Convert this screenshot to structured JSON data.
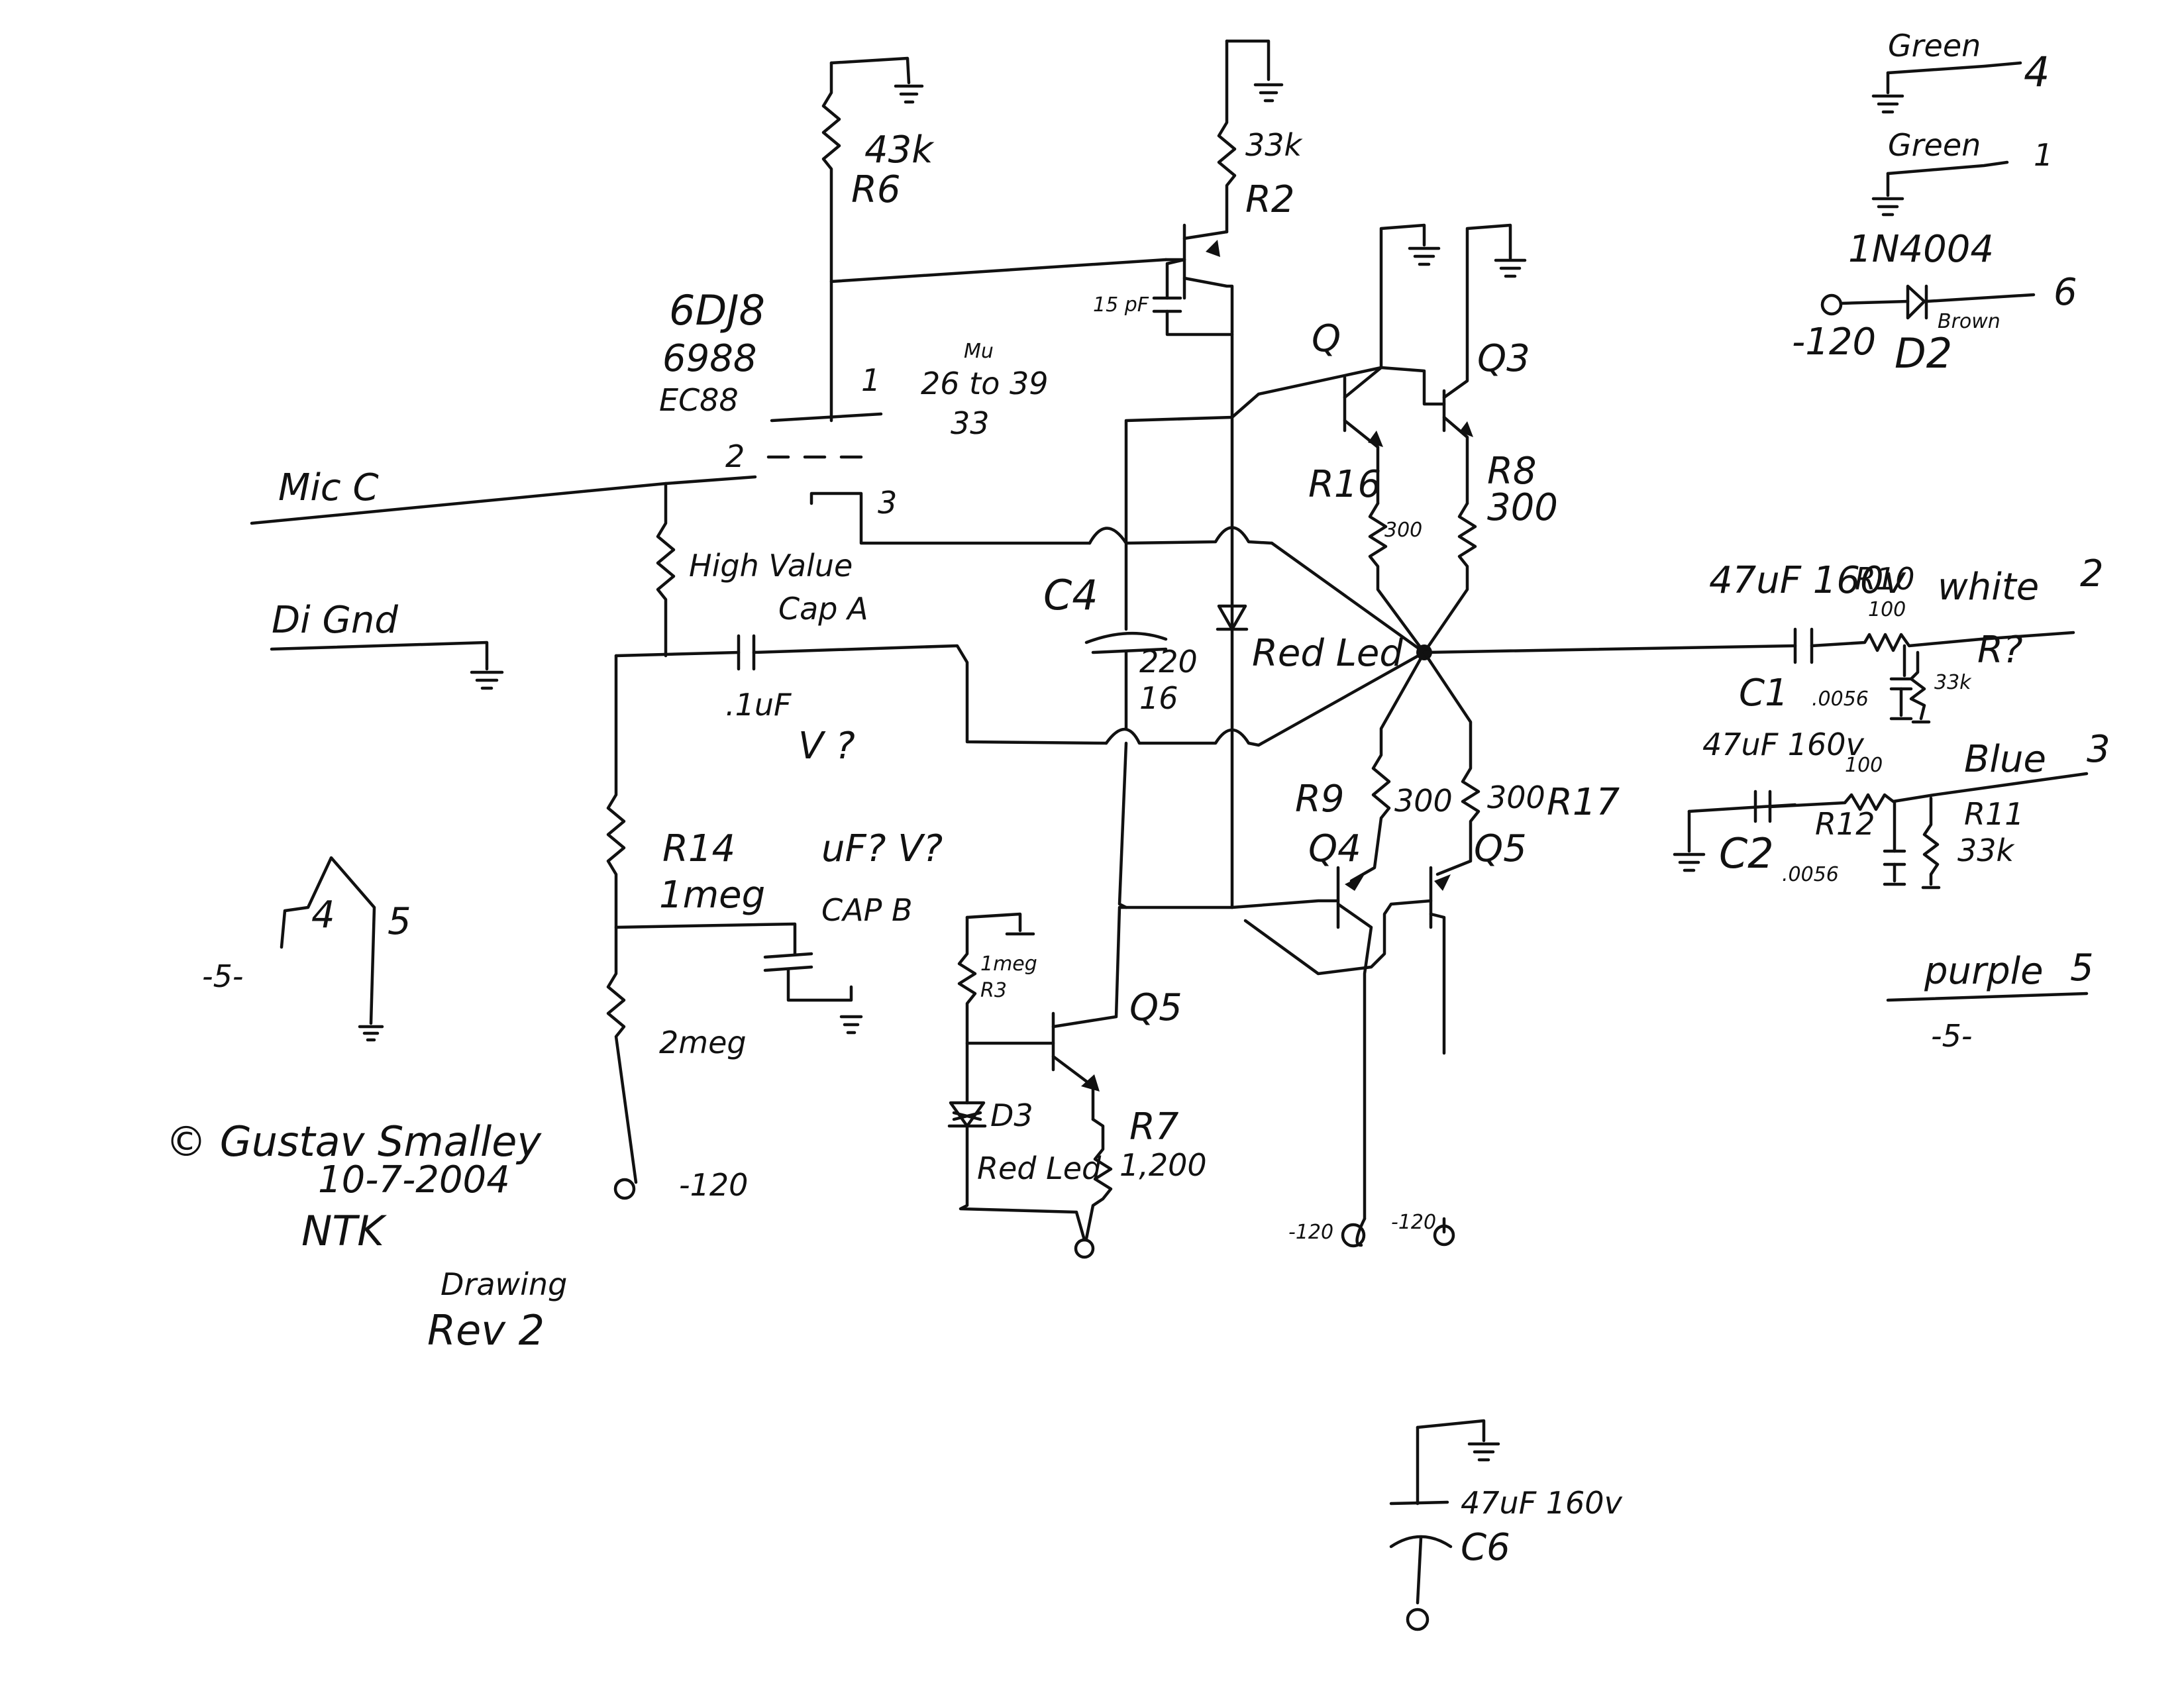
{
  "labels": {
    "r6_value": "43k",
    "r6": "R6",
    "r2_value": "33k",
    "r2": "R2",
    "cap_15pf": "15 pF",
    "tube1": "6DJ8",
    "tube2": "6988",
    "tube3": "EC88",
    "mu_label": "Mu",
    "mu_values": "26 to 39",
    "mu_nominal": "33",
    "pin1": "1",
    "pin2": "2",
    "pin3": "3",
    "mic_c": "Mic C",
    "di_gnd": "Di Gnd",
    "high_value": "High Value",
    "cap_a": "Cap A",
    "cap_a_value": ".1uF",
    "v_unknown": "V ?",
    "r14": "R14",
    "r14_value": "1meg",
    "uf_v_unknown": "uF? V?",
    "cap_b": "CAP B",
    "r_2meg": "2meg",
    "minus120_a": "-120",
    "c4": "C4",
    "c4_value_a": "220",
    "c4_value_b": "16",
    "red_led": "Red Led",
    "q_unlabeled": "Q",
    "q3": "Q3",
    "r16": "R16",
    "r16_value": "300",
    "r8": "R8",
    "r8_value": "300",
    "r9": "R9",
    "r9_value": "300",
    "r17_value": "300",
    "r17": "R17",
    "q4": "Q4",
    "q5_right": "Q5",
    "r3": "R3",
    "r3_value": "1meg",
    "q5_lower": "Q5",
    "d3": "D3",
    "red_led_2": "Red Led",
    "r7": "R7",
    "r7_value": "1,200",
    "minus120_b": "-120",
    "minus120_c": "-120",
    "c1_cap": "47uF 160v",
    "r10": "R10",
    "r10_value": "100",
    "white": "white",
    "pin_2": "2",
    "r_unknown": "R?",
    "c1": "C1",
    "c1_value": ".0056",
    "r_33k": "33k",
    "c2_cap": "47uF 160v",
    "r12_value": "100",
    "r12": "R12",
    "blue": "Blue",
    "pin_3": "3",
    "c2": "C2",
    "c2_value": ".0056",
    "r11": "R11",
    "r11_value": "33k",
    "green_top": "Green",
    "pin_4": "4",
    "green_mid": "Green",
    "pin_1": "1",
    "d2_part": "1N4004",
    "pin_6": "6",
    "brown": "Brown",
    "minus120_d2": "-120",
    "d2": "D2",
    "purple": "purple",
    "pin_5": "5",
    "minus5_right": "-5-",
    "fork_4": "4",
    "fork_5": "5",
    "minus5_left": "-5-",
    "copyright": "© Gustav Smalley",
    "date": "10-7-2004",
    "ntk": "NTK",
    "drawing": "Drawing",
    "rev": "Rev 2",
    "c6_value": "47uF 160v",
    "c6": "C6"
  }
}
